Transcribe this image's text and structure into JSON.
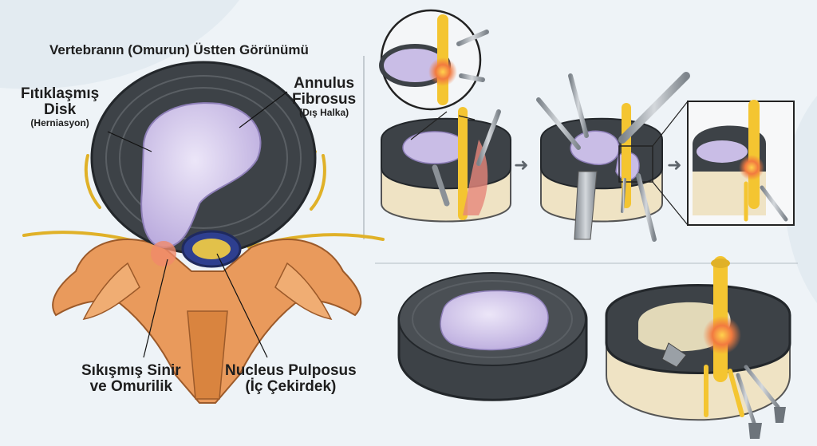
{
  "title": "Vertebranın (Omurun) Üstten Görünümü",
  "labels": {
    "herniated_disk_line1": "Fıtıklaşmış",
    "herniated_disk_line2": "Disk",
    "herniated_disk_sub": "(Herniasyon)",
    "annulus_line1": "Annulus",
    "annulus_line2": "Fibrosus",
    "annulus_sub": "(Dış Halka)",
    "compressed_line1": "Sıkışmış Sinir",
    "compressed_line2": "ve Omurilik",
    "nucleus_line1": "Nucleus Pulposus",
    "nucleus_line2": "(İç Çekirdek)"
  },
  "colors": {
    "annulus": "#3d4247",
    "annulus_ring": "#5a5f64",
    "nucleus": "#c9bde6",
    "bone": "#e99a5c",
    "bone_dark": "#c9763b",
    "nerve": "#f4c531",
    "vertebra_body": "#efe3c4",
    "tool": "#9aa0a6",
    "inflammation": "#f08a6a"
  },
  "icons": [
    "arrow-right-icon",
    "arrow-right-icon"
  ]
}
